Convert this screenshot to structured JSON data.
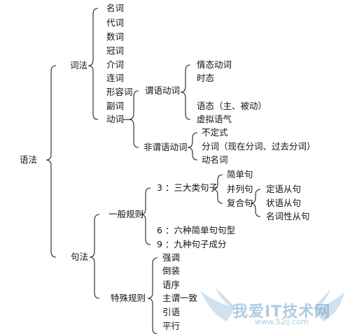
{
  "root": "语法",
  "cifa": {
    "label": "词法",
    "items": [
      "名词",
      "代词",
      "数词",
      "冠词",
      "介词",
      "连词",
      "形容词",
      "副词",
      "动词"
    ],
    "verb": {
      "predicate": {
        "label": "谓语动词",
        "items": [
          "情态动词",
          "时态",
          "语态（主、被动）",
          "虚拟语气"
        ]
      },
      "nonpredicate": {
        "label": "非谓语动词",
        "items": [
          "不定式",
          "分词（现在分词、过去分词）",
          "动名词"
        ]
      }
    }
  },
  "jufa": {
    "label": "句法",
    "general": {
      "label": "一般规则",
      "three": {
        "num": "3",
        "label": "：三大类句子",
        "items": [
          "简单句",
          "并列句",
          "复合句"
        ],
        "complex_items": [
          "定语从句",
          "状语从句",
          "名词性从句"
        ]
      },
      "six": {
        "num": "6",
        "label": "：六种简单句句型"
      },
      "nine": {
        "num": "9",
        "label": "：九种句子成分"
      }
    },
    "special": {
      "label": "特殊规则",
      "items": [
        "强调",
        "倒装",
        "语序",
        "主谓一致",
        "引语",
        "平行"
      ]
    }
  },
  "watermark": {
    "text": "我爱IT技术网",
    "url": "www.52ij.com"
  }
}
